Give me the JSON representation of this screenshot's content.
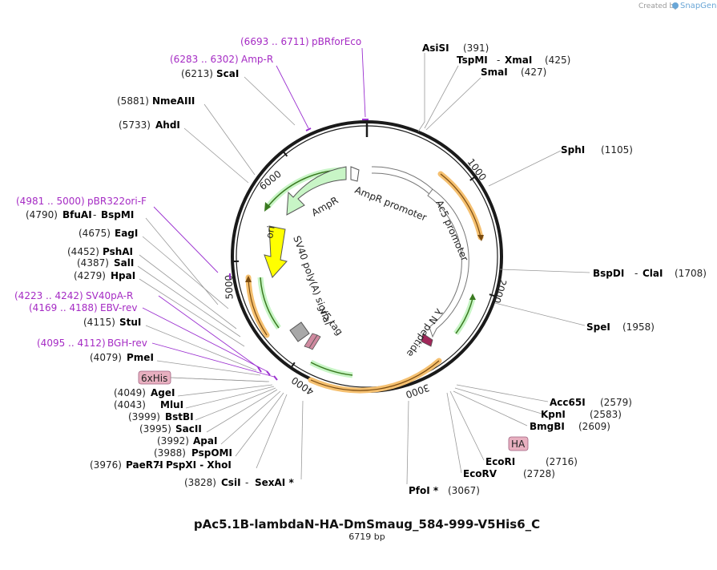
{
  "header": {
    "created_by": "Created by",
    "brand": "SnapGene"
  },
  "plasmid": {
    "name": "pAc5.1B-lambdaN-HA-DmSmaug_584-999-V5His6_C",
    "size_label": "6719 bp",
    "length_bp": 6719
  },
  "ring_ticks": [
    {
      "bp": 1000,
      "label": "1000"
    },
    {
      "bp": 2000,
      "label": "2000"
    },
    {
      "bp": 3000,
      "label": "3000"
    },
    {
      "bp": 4000,
      "label": "4000"
    },
    {
      "bp": 5000,
      "label": "5000"
    },
    {
      "bp": 6000,
      "label": "6000"
    }
  ],
  "features": [
    {
      "name": "AmpR",
      "label": "AmpR",
      "color": "#c8f5c6"
    },
    {
      "name": "AmpR promoter",
      "label": "AmpR promoter",
      "color": "#ffffff"
    },
    {
      "name": "Ac5 promoter",
      "label": "Ac5 promoter",
      "color": "#ffffff"
    },
    {
      "name": "ori",
      "label": "ori",
      "color": "#ffff00"
    },
    {
      "name": "SV40 poly(A) signal",
      "label": "SV40 poly(A) signal",
      "color": "#c0c0c0"
    },
    {
      "name": "V5 tag",
      "label": "V5 tag",
      "color": "#d08aa0"
    },
    {
      "name": "λ N peptide",
      "label": "λ N peptide",
      "color": "#a0285a"
    }
  ],
  "sites_left": [
    {
      "pos": "(6213)",
      "name": "ScaI",
      "extra": ""
    },
    {
      "pos": "(5881)",
      "name": "NmeAIII",
      "extra": ""
    },
    {
      "pos": "(5733)",
      "name": "AhdI",
      "extra": ""
    },
    {
      "pos": "(4790)",
      "name": "BfuAI",
      "extra": "BspMI"
    },
    {
      "pos": "(4675)",
      "name": "EagI",
      "extra": ""
    },
    {
      "pos": "(4452)",
      "name": "PshAI",
      "extra": ""
    },
    {
      "pos": "(4387)",
      "name": "SalI",
      "extra": ""
    },
    {
      "pos": "(4279)",
      "name": "HpaI",
      "extra": ""
    },
    {
      "pos": "(4115)",
      "name": "StuI",
      "extra": ""
    },
    {
      "pos": "(4079)",
      "name": "PmeI",
      "extra": ""
    },
    {
      "pos": "(4049)",
      "name": "AgeI",
      "extra": ""
    },
    {
      "pos": "(4043)",
      "name": "MluI",
      "extra": ""
    },
    {
      "pos": "(3999)",
      "name": "BstBI",
      "extra": ""
    },
    {
      "pos": "(3995)",
      "name": "SacII",
      "extra": ""
    },
    {
      "pos": "(3992)",
      "name": "ApaI",
      "extra": ""
    },
    {
      "pos": "(3988)",
      "name": "PspOMI",
      "extra": ""
    },
    {
      "pos": "(3976)",
      "name": "PaeR7I",
      "extra": "PspXI  -  XhoI"
    },
    {
      "pos": "(3828)",
      "name": "CsiI",
      "extra": "SexAI *"
    }
  ],
  "sites_right": [
    {
      "pos": "(391)",
      "name": "AsiSI",
      "extra": ""
    },
    {
      "pos": "(425)",
      "name": "TspMI",
      "extra": "XmaI"
    },
    {
      "pos": "(427)",
      "name": "SmaI",
      "extra": ""
    },
    {
      "pos": "(1105)",
      "name": "SphI",
      "extra": ""
    },
    {
      "pos": "(1708)",
      "name": "BspDI",
      "extra": "ClaI"
    },
    {
      "pos": "(1958)",
      "name": "SpeI",
      "extra": ""
    },
    {
      "pos": "(2579)",
      "name": "Acc65I",
      "extra": ""
    },
    {
      "pos": "(2583)",
      "name": "KpnI",
      "extra": ""
    },
    {
      "pos": "(2609)",
      "name": "BmgBI",
      "extra": ""
    },
    {
      "pos": "(2716)",
      "name": "EcoRI",
      "extra": ""
    },
    {
      "pos": "(2728)",
      "name": "EcoRV",
      "extra": ""
    },
    {
      "pos": "(3067)",
      "name": "PfoI *",
      "extra": ""
    }
  ],
  "primers": [
    {
      "pos": "(6693 .. 6711)",
      "name": "pBRforEco"
    },
    {
      "pos": "(6283 .. 6302)",
      "name": "Amp-R"
    },
    {
      "pos": "(4981 .. 5000)",
      "name": "pBR322ori-F"
    },
    {
      "pos": "(4223 .. 4242)",
      "name": "SV40pA-R"
    },
    {
      "pos": "(4169 .. 4188)",
      "name": "EBV-rev"
    },
    {
      "pos": "(4095 .. 4112)",
      "name": "BGH-rev"
    }
  ],
  "tags": [
    {
      "name": "6xHis",
      "label": "6xHis"
    },
    {
      "name": "HA",
      "label": "HA"
    }
  ],
  "colors": {
    "primer": "#a52bc4",
    "orf": "#f5c070",
    "backbone": "#1a1a1a",
    "tag_fill": "#e8b0c0"
  }
}
